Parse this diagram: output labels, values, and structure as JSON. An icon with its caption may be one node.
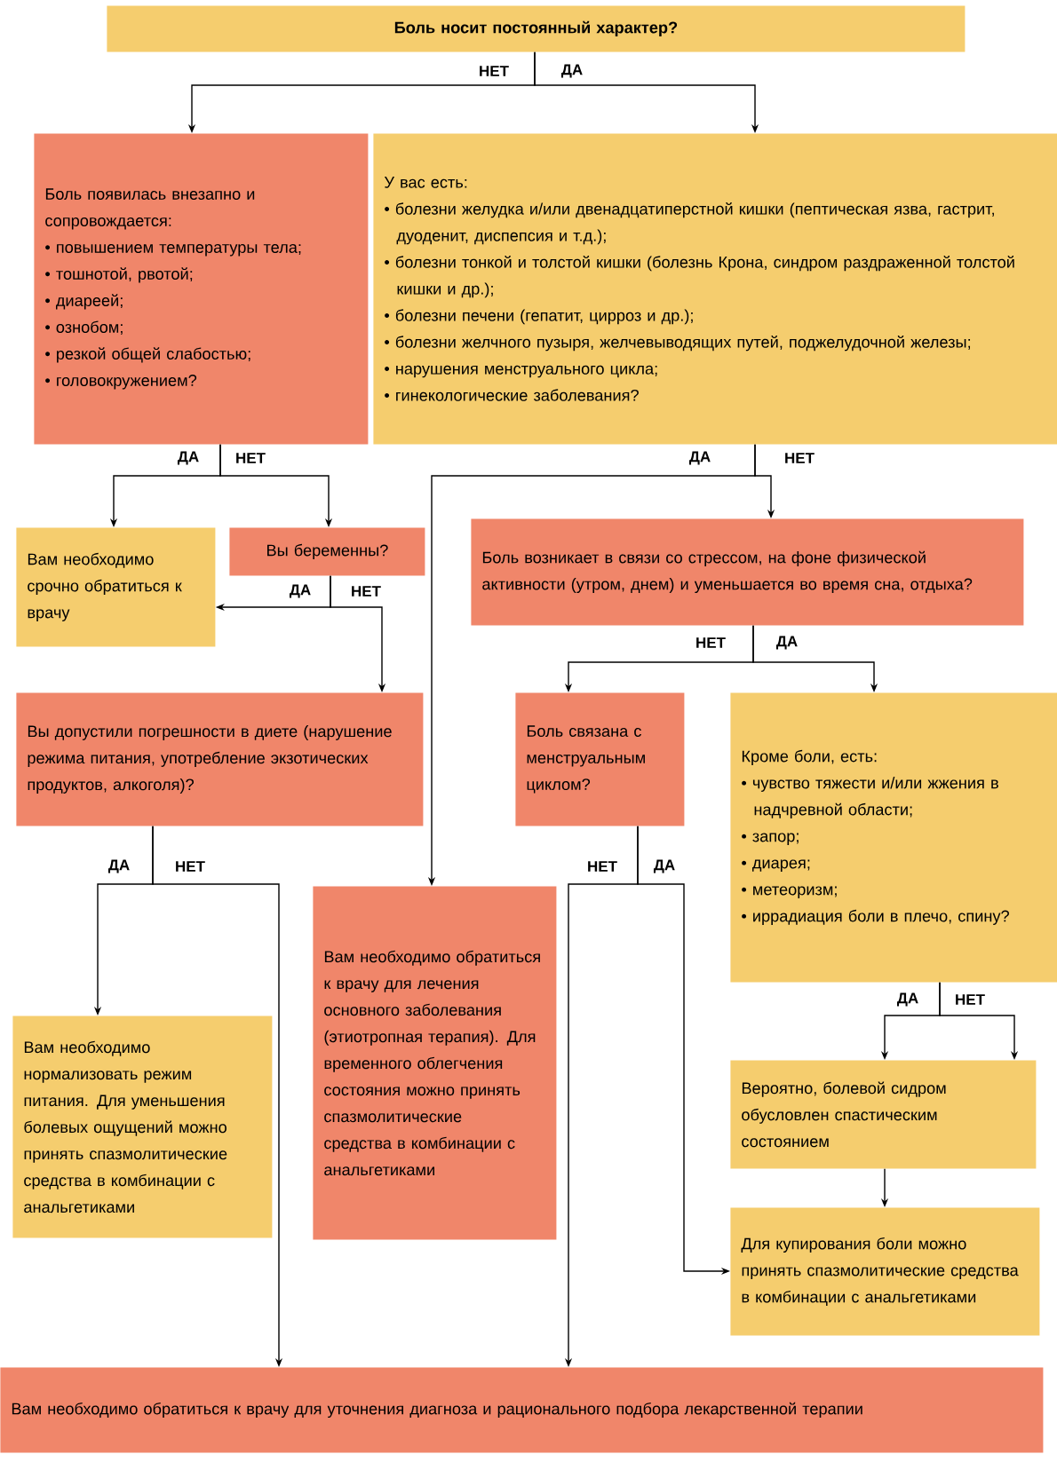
{
  "diagram": {
    "nodes": [
      {
        "text": [
          "Боль носит постоянный характер?"
        ]
      },
      {
        "text": [
          "Боль появилась внезапно и сопровождается:",
          "• повышением температуры тела;",
          "• тошнотой, рвотой;",
          "• диареей;",
          "• ознобом;",
          "• резкой общей слабостью;",
          "• головокружением?"
        ]
      },
      {
        "text": [
          "У вас есть:",
          "• болезни желудка и/или двенадцатиперстной кишки (пептическая язва, гастрит, дуоденит, диспепсия и т.д.);",
          "• болезни тонкой и толстой кишки (болезнь Крона, синдром раздраженной толстой кишки и др.);",
          "• болезни печени (гепатит, цирроз и др.);",
          "• болезни желчного пузыря, желчевыводящих путей, поджелудочной железы;",
          "• нарушения менструального цикла;",
          "• гинекологические заболевания?"
        ]
      },
      {
        "text": [
          "Вам необходимо срочно обратиться к врачу"
        ]
      },
      {
        "text": [
          "Вы беременны?"
        ]
      },
      {
        "text": [
          "Боль возникает в связи со стрессом, на фоне физической активности (утром, днем) и уменьшается во время сна, отдыха?"
        ]
      },
      {
        "text": [
          "Вы допустили погрешности в диете (нарушение режима питания, употребление экзотических продуктов, алкоголя)?"
        ]
      },
      {
        "text": [
          "Боль связана с менструальным циклом?"
        ]
      },
      {
        "text": [
          "Кроме боли, есть:",
          "• чувство тяжести и/или жжения в надчревной области;",
          "• запор;",
          "• диарея;",
          "• метеоризм;",
          "• иррадиация боли в  плечо, спину?"
        ]
      },
      {
        "text": [
          "Вам необходимо нормализовать режим питания. Для уменьшения болевых ощущений можно принять спазмолитические средства в комбинации с анальгетиками"
        ]
      },
      {
        "text": [
          "Вам необходимо обратиться к врачу для лечения основного заболевания (этиотропная терапия). Для временного облегчения состояния можно принять спазмолитические средства в комбинации с анальгетиками"
        ]
      },
      {
        "text": [
          "Вероятно, болевой сидром обусловлен спастическим состоянием"
        ]
      },
      {
        "text": [
          "Для купирования боли можно принять спазмолитические средства в комбинации с анальгетиками"
        ]
      },
      {
        "text": [
          "Вам необходимо обратиться к врачу для уточнения диагноза и рационального подбора лекарственной терапии"
        ]
      }
    ],
    "edges": [
      {
        "from": 0,
        "to": 1,
        "arrow": "to",
        "label": "НЕТ"
      },
      {
        "from": 0,
        "to": 2,
        "arrow": "to",
        "label": "ДА"
      },
      {
        "from": 1,
        "to": 3,
        "arrow": "to",
        "label": "ДА"
      },
      {
        "from": 1,
        "to": 4,
        "arrow": "to",
        "label": "НЕТ"
      },
      {
        "from": 2,
        "to": 10,
        "arrow": "to",
        "label": "ДА"
      },
      {
        "from": 2,
        "to": 5,
        "arrow": "to",
        "label": "НЕТ"
      },
      {
        "from": 4,
        "to": 3,
        "arrow": "to",
        "label": "ДА"
      },
      {
        "from": 4,
        "to": 6,
        "arrow": "to",
        "label": "НЕТ"
      },
      {
        "from": 5,
        "to": 7,
        "arrow": "to",
        "label": "НЕТ"
      },
      {
        "from": 5,
        "to": 8,
        "arrow": "to",
        "label": "ДА"
      },
      {
        "from": 6,
        "to": 9,
        "arrow": "to",
        "label": "ДА"
      },
      {
        "from": 6,
        "to": 13,
        "arrow": "to",
        "label": "НЕТ"
      },
      {
        "from": 7,
        "to": 13,
        "arrow": "to",
        "label": "НЕТ"
      },
      {
        "from": 7,
        "to": 12,
        "arrow": "to",
        "label": "ДА"
      },
      {
        "from": 8,
        "to": 11,
        "arrow": "to",
        "label": "ДА"
      },
      {
        "from": 8,
        "to": 11,
        "arrow": "to",
        "label": "НЕТ"
      },
      {
        "from": 11,
        "to": 12,
        "arrow": "to"
      }
    ]
  }
}
